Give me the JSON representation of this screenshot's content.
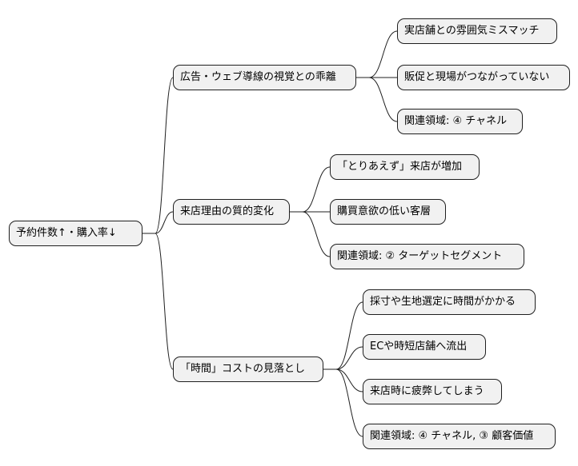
{
  "mindmap": {
    "root": "予約件数↑・購入率↓",
    "branches": [
      {
        "label": "広告・ウェブ導線の視覚との乖離",
        "children": [
          "実店舗との雰囲気ミスマッチ",
          "販促と現場がつながっていない",
          "関連領域: ④ チャネル"
        ]
      },
      {
        "label": "来店理由の質的変化",
        "children": [
          "「とりあえず」来店が増加",
          "購買意欲の低い客層",
          "関連領域: ② ターゲットセグメント"
        ]
      },
      {
        "label": "「時間」コストの見落とし",
        "children": [
          "採寸や生地選定に時間がかかる",
          "ECや時短店舗へ流出",
          "来店時に疲弊してしまう",
          "関連領域: ④ チャネル, ③ 顧客価値"
        ]
      }
    ]
  }
}
